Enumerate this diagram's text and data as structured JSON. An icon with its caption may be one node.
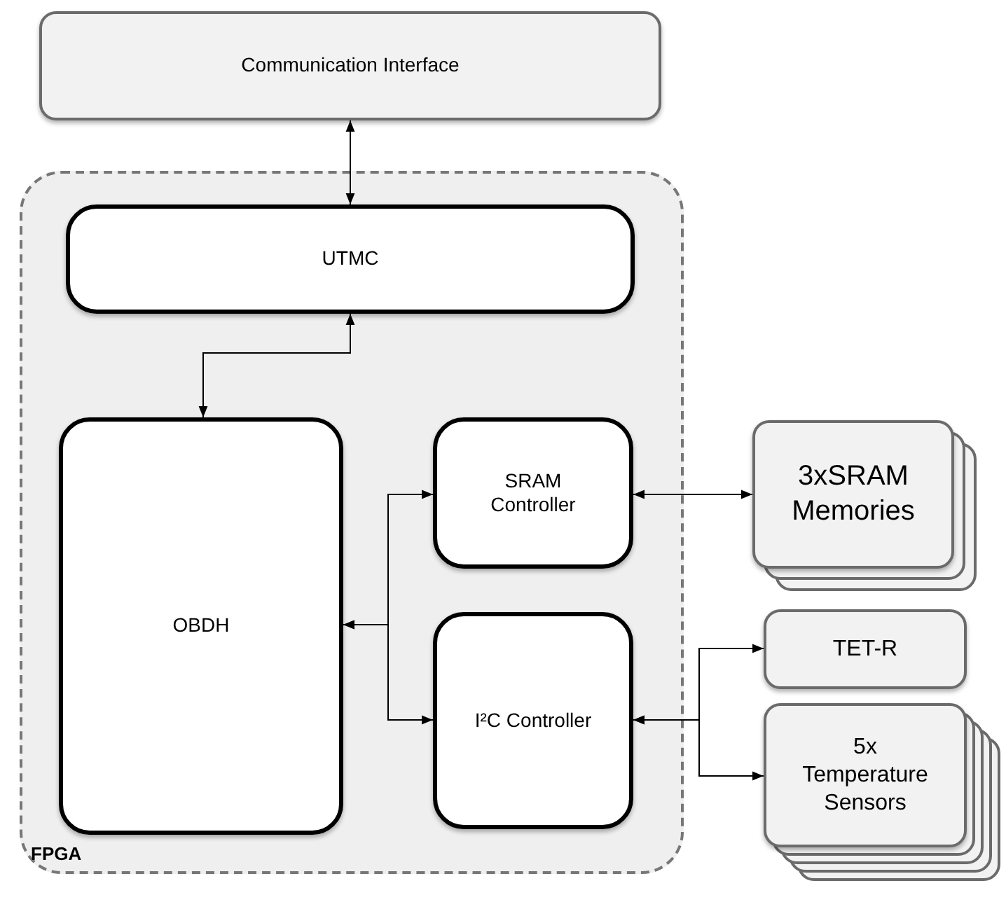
{
  "diagram": {
    "nodes": [
      {
        "text": [
          "Communication Interface"
        ]
      },
      {
        "text": [
          "FPGA"
        ]
      },
      {
        "text": [
          "UTMC"
        ],
        "in": 1
      },
      {
        "text": [
          "OBDH"
        ],
        "in": 1
      },
      {
        "text": [
          "SRAM Controller"
        ],
        "in": 1
      },
      {
        "text": [
          "I²C Controller"
        ],
        "in": 1
      },
      {
        "text": [
          "3xSRAM Memories"
        ]
      },
      {
        "text": [
          "TET-R"
        ]
      },
      {
        "text": [
          "5x Temperature Sensors"
        ]
      }
    ],
    "edges": [
      {
        "from": 0,
        "to": 2,
        "arrow": "both"
      },
      {
        "from": 2,
        "to": 3,
        "arrow": "both"
      },
      {
        "from": 3,
        "to": 4,
        "arrow": "both"
      },
      {
        "from": 3,
        "to": 5,
        "arrow": "both"
      },
      {
        "from": 4,
        "to": 6,
        "arrow": "both"
      },
      {
        "from": 5,
        "to": 7,
        "arrow": "both"
      },
      {
        "from": 5,
        "to": 8,
        "arrow": "both"
      }
    ]
  }
}
